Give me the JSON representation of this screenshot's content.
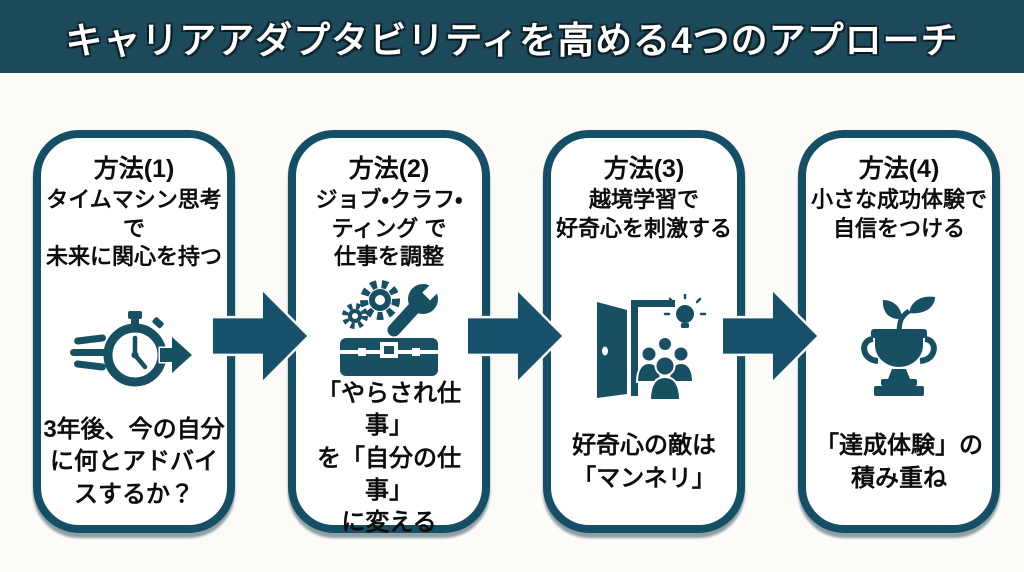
{
  "title": "キャリアアダプタビリティを高める4つのアプローチ",
  "colors": {
    "header_bg": "#1d4a5b",
    "accent_teal": "#154f66",
    "page_bg": "#fcfbf8",
    "text": "#0d0d0d",
    "title_text": "#ffffff"
  },
  "cards": [
    {
      "method": "方法(1)",
      "subtitle": "タイムマシン思考で\n未来に関心を持つ",
      "icon": "speed-stopwatch-icon",
      "bottom": "3年後、今の自分\nに何とアドバイ\nスするか？"
    },
    {
      "method": "方法(2)",
      "subtitle": "ジョブ・クラフ・\nティング で\n仕事を調整",
      "icon": "toolbox-gears-wrench-icon",
      "bottom": "「やらされ仕事」\nを「自分の仕事」\nに変える"
    },
    {
      "method": "方法(3)",
      "subtitle": "越境学習で\n好奇心を刺激する",
      "icon": "door-people-lightbulb-icon",
      "bottom": "好奇心の敵は\n「マンネリ」"
    },
    {
      "method": "方法(4)",
      "subtitle": "小さな成功体験で\n自信をつける",
      "icon": "trophy-sprout-icon",
      "bottom": "「達成体験」の\n積み重ね"
    }
  ],
  "flow": {
    "arrow_count": 3,
    "direction": "right"
  }
}
